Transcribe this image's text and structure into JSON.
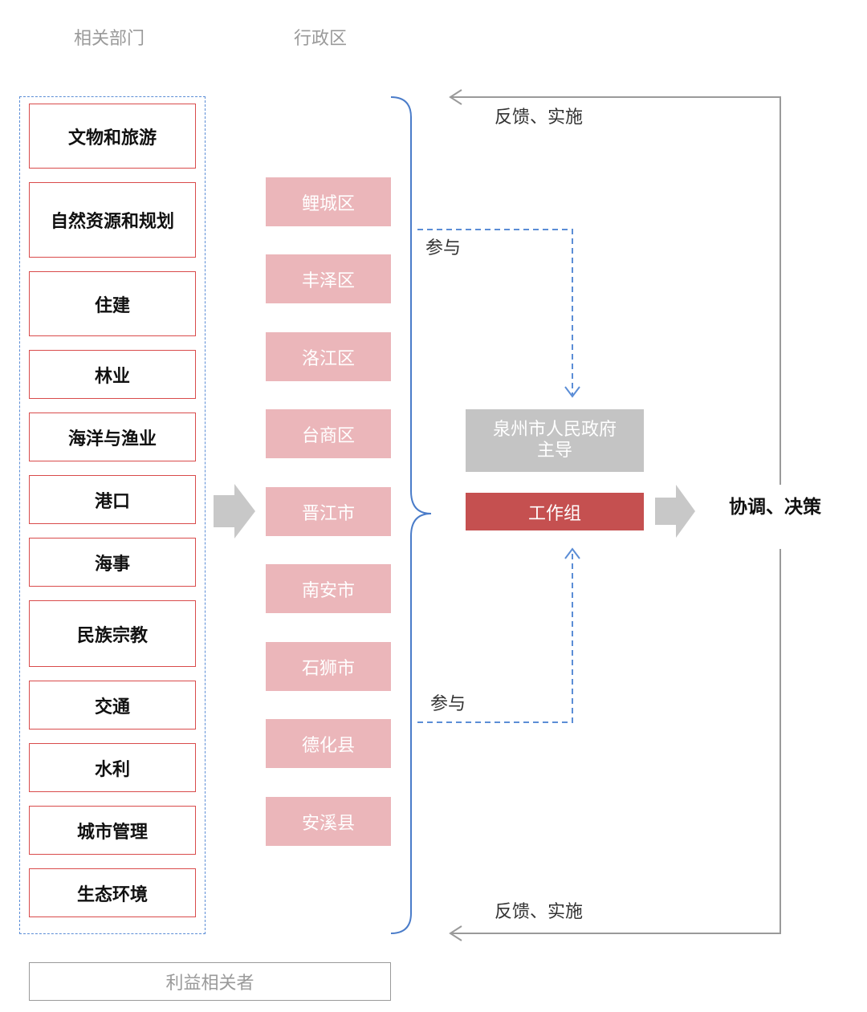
{
  "headings": {
    "departments": "相关部门",
    "districts": "行政区"
  },
  "departments": [
    "文物和旅游",
    "自然资源和规划",
    "住建",
    "林业",
    "海洋与渔业",
    "港口",
    "海事",
    "民族宗教",
    "交通",
    "水利",
    "城市管理",
    "生态环境"
  ],
  "districts": [
    "鲤城区",
    "丰泽区",
    "洛江区",
    "台商区",
    "晋江市",
    "南安市",
    "石狮市",
    "德化县",
    "安溪县"
  ],
  "stakeholders": "利益相关者",
  "government": {
    "line1": "泉州市人民政府",
    "line2": "主导"
  },
  "working_group": "工作组",
  "participate_top": "参与",
  "participate_bottom": "参与",
  "feedback_top": "反馈、实施",
  "feedback_bottom": "反馈、实施",
  "coordinate": "协调、决策",
  "colors": {
    "dept_border": "#d94b4b",
    "dashed_blue": "#5b8dd6",
    "district_fill": "#ebb6ba",
    "gov_fill": "#c4c4c4",
    "work_fill": "#c55050",
    "arrow_gray": "#c8c8c8",
    "feedback_line": "#9a9a9a",
    "brace_blue": "#4a7cc9"
  }
}
